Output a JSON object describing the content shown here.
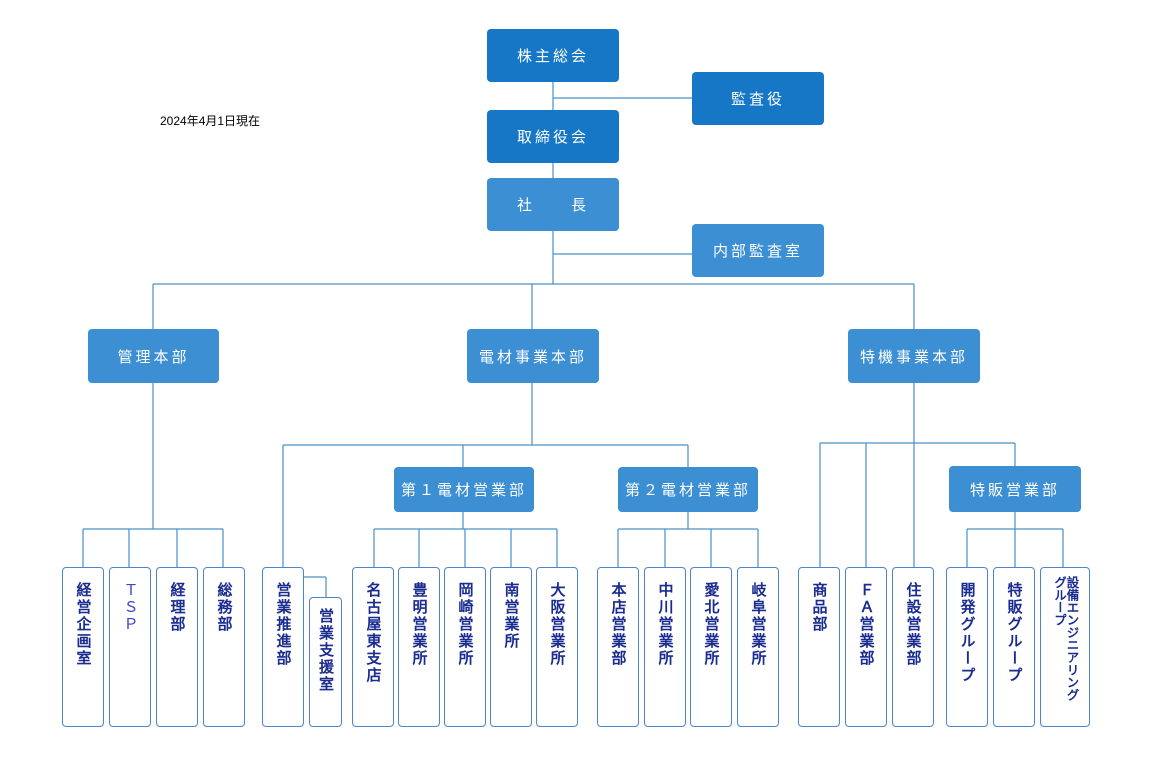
{
  "date": "2024年4月1日現在",
  "nodes": [
    {
      "label": "株主総会"
    },
    {
      "label": "監査役"
    },
    {
      "label": "取締役会"
    },
    {
      "label": "社　　長"
    },
    {
      "label": "内部監査室"
    },
    {
      "label": "管理本部"
    },
    {
      "label": "電材事業本部"
    },
    {
      "label": "特機事業本部"
    },
    {
      "label": "第１電材営業部"
    },
    {
      "label": "第２電材営業部"
    },
    {
      "label": "特販営業部"
    }
  ],
  "leaves": [
    {
      "label": "経営企画室"
    },
    {
      "label": "ＴＳＰ"
    },
    {
      "label": "経理部"
    },
    {
      "label": "総務部"
    },
    {
      "label": "営業推進部"
    },
    {
      "label": "営業支援室"
    },
    {
      "label": "名古屋東支店"
    },
    {
      "label": "豊明営業所"
    },
    {
      "label": "岡崎営業所"
    },
    {
      "label": "南営業所"
    },
    {
      "label": "大阪営業所"
    },
    {
      "label": "本店営業部"
    },
    {
      "label": "中川営業所"
    },
    {
      "label": "愛北営業所"
    },
    {
      "label": "岐阜営業所"
    },
    {
      "label": "商品部"
    },
    {
      "label": "ＦＡ営業部"
    },
    {
      "label": "住設営業部"
    },
    {
      "label": "開発グループ"
    },
    {
      "label": "特販グループ"
    },
    {
      "label": "設備エンジニアリング グループ"
    }
  ]
}
